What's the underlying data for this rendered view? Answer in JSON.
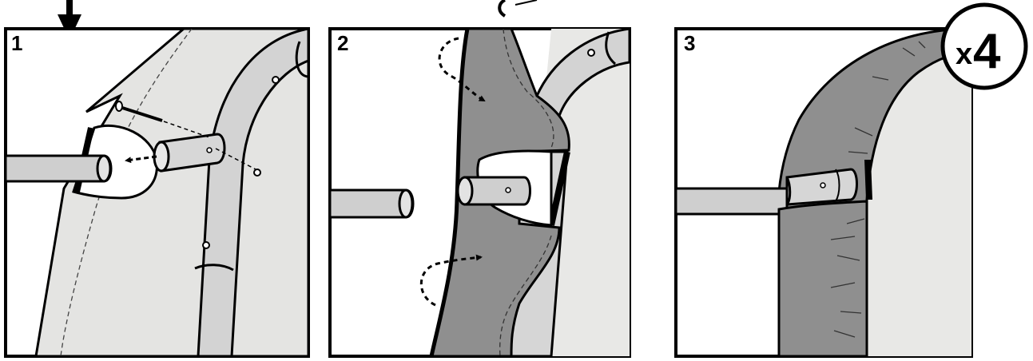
{
  "panels": [
    {
      "number": "1",
      "caption": ""
    },
    {
      "number": "2",
      "caption": ""
    },
    {
      "number": "3",
      "caption": ""
    }
  ],
  "quantity_badge": {
    "prefix": "x",
    "count": "4"
  },
  "colors": {
    "outline": "#000000",
    "panel_bg": "#e8e8e6",
    "pad_cover_light": "#e2e2e0",
    "pad_cover_dark": "#8f8f8f",
    "tube": "#cfcfcf",
    "tube_highlight": "#e3e3e3",
    "hole": "#ffffff"
  },
  "icons": {
    "down_arrow": "down-arrow-icon",
    "dashed_arrow": "dashed-arrow-icon",
    "screw": "screw-icon"
  }
}
